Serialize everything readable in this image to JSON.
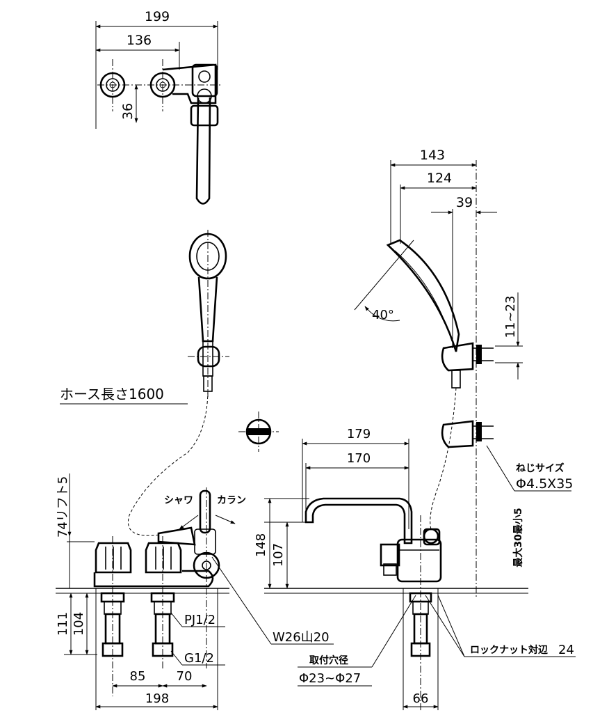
{
  "top_view": {
    "dim_199": "199",
    "dim_136": "136",
    "dim_36": "36"
  },
  "side_view": {
    "dim_143": "143",
    "dim_124": "124",
    "dim_39": "39",
    "angle": "40°",
    "dim_11_23": "11~23",
    "screw_size_label": "ねじサイズ",
    "screw_size_value": "Φ4.5X35",
    "max_min_label": "最大30最小5"
  },
  "hose": {
    "length_label": "ホース長さ1600"
  },
  "front_view": {
    "lift_label": "74リフト5",
    "shower_label": "シャワ",
    "faucet_label": "カラン",
    "dim_111": "111",
    "dim_104": "104",
    "pj_label": "PJ1/2",
    "g_label": "G1/2",
    "w_label": "W26山20",
    "dim_85": "85",
    "dim_70": "70",
    "dim_198": "198"
  },
  "spout_view": {
    "dim_179": "179",
    "dim_170": "170",
    "dim_148": "148",
    "dim_107": "107",
    "hole_label": "取付穴径",
    "hole_value": "Φ23~Φ27",
    "locknut_label": "ロックナット対辺",
    "locknut_value": "24",
    "dim_66": "66"
  }
}
